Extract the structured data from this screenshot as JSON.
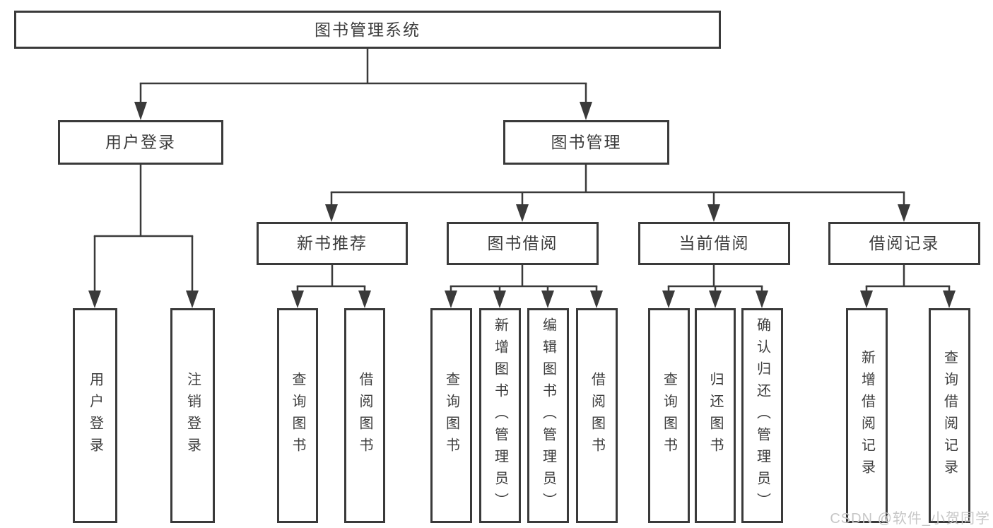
{
  "tree": {
    "root": {
      "label": "图书管理系统",
      "children": [
        {
          "label": "用户登录",
          "children": [
            {
              "label": "用户登录"
            },
            {
              "label": "注销登录"
            }
          ]
        },
        {
          "label": "图书管理",
          "children": [
            {
              "label": "新书推荐",
              "children": [
                {
                  "label": "查询图书"
                },
                {
                  "label": "借阅图书"
                }
              ]
            },
            {
              "label": "图书借阅",
              "children": [
                {
                  "label": "查询图书"
                },
                {
                  "label": "新增图书（管理员）"
                },
                {
                  "label": "编辑图书（管理员）"
                },
                {
                  "label": "借阅图书"
                }
              ]
            },
            {
              "label": "当前借阅",
              "children": [
                {
                  "label": "查询图书"
                },
                {
                  "label": "归还图书"
                },
                {
                  "label": "确认归还（管理员）"
                }
              ]
            },
            {
              "label": "借阅记录",
              "children": [
                {
                  "label": "新增借阅记录"
                },
                {
                  "label": "查询借阅记录"
                }
              ]
            }
          ]
        }
      ]
    }
  },
  "watermark": "CSDN @软件_小贺同学",
  "colors": {
    "line": "#3a3a3a",
    "text": "#3d3d3d",
    "watermark": "#c7c7c7",
    "background": "#ffffff"
  }
}
